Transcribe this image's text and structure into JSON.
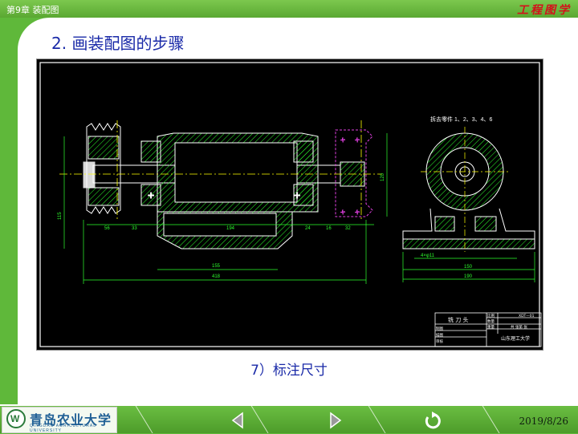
{
  "header": {
    "chapter": "第9章 装配图",
    "brand": "工程图学"
  },
  "slide": {
    "title": "2. 画装配图的步骤",
    "caption": "7）标注尺寸"
  },
  "drawing": {
    "note": "拆去零件 1、2、3、4、6",
    "dims": {
      "d56": "56",
      "d33": "33",
      "d194": "194",
      "d155": "155",
      "d418": "418",
      "d115": "115",
      "d150": "150",
      "d190": "190",
      "d120": "120",
      "hole": "4×φ11",
      "d16": "16",
      "d24": "24",
      "d32": "32"
    },
    "title_block": {
      "name": "铣 刀 头",
      "scale_label": "比例",
      "qty_label": "数量",
      "weight_label": "重量",
      "code": "XDT—01",
      "sheet": "共 张第 张",
      "drawn": "制图",
      "checked": "描图",
      "reviewed": "审核",
      "school": "山东理工大学"
    }
  },
  "footer": {
    "logo_text": "青岛农业大学",
    "logo_sub": "QINGDAO AGRICULTURAL UNIVERSITY",
    "date": "2019/8/26",
    "prev_icon": "triangle-left-icon",
    "next_icon": "triangle-right-icon",
    "return_icon": "return-icon"
  },
  "colors": {
    "green": "#5fb83a",
    "title_blue": "#1a2aa8",
    "brand_red": "#d4101a"
  }
}
